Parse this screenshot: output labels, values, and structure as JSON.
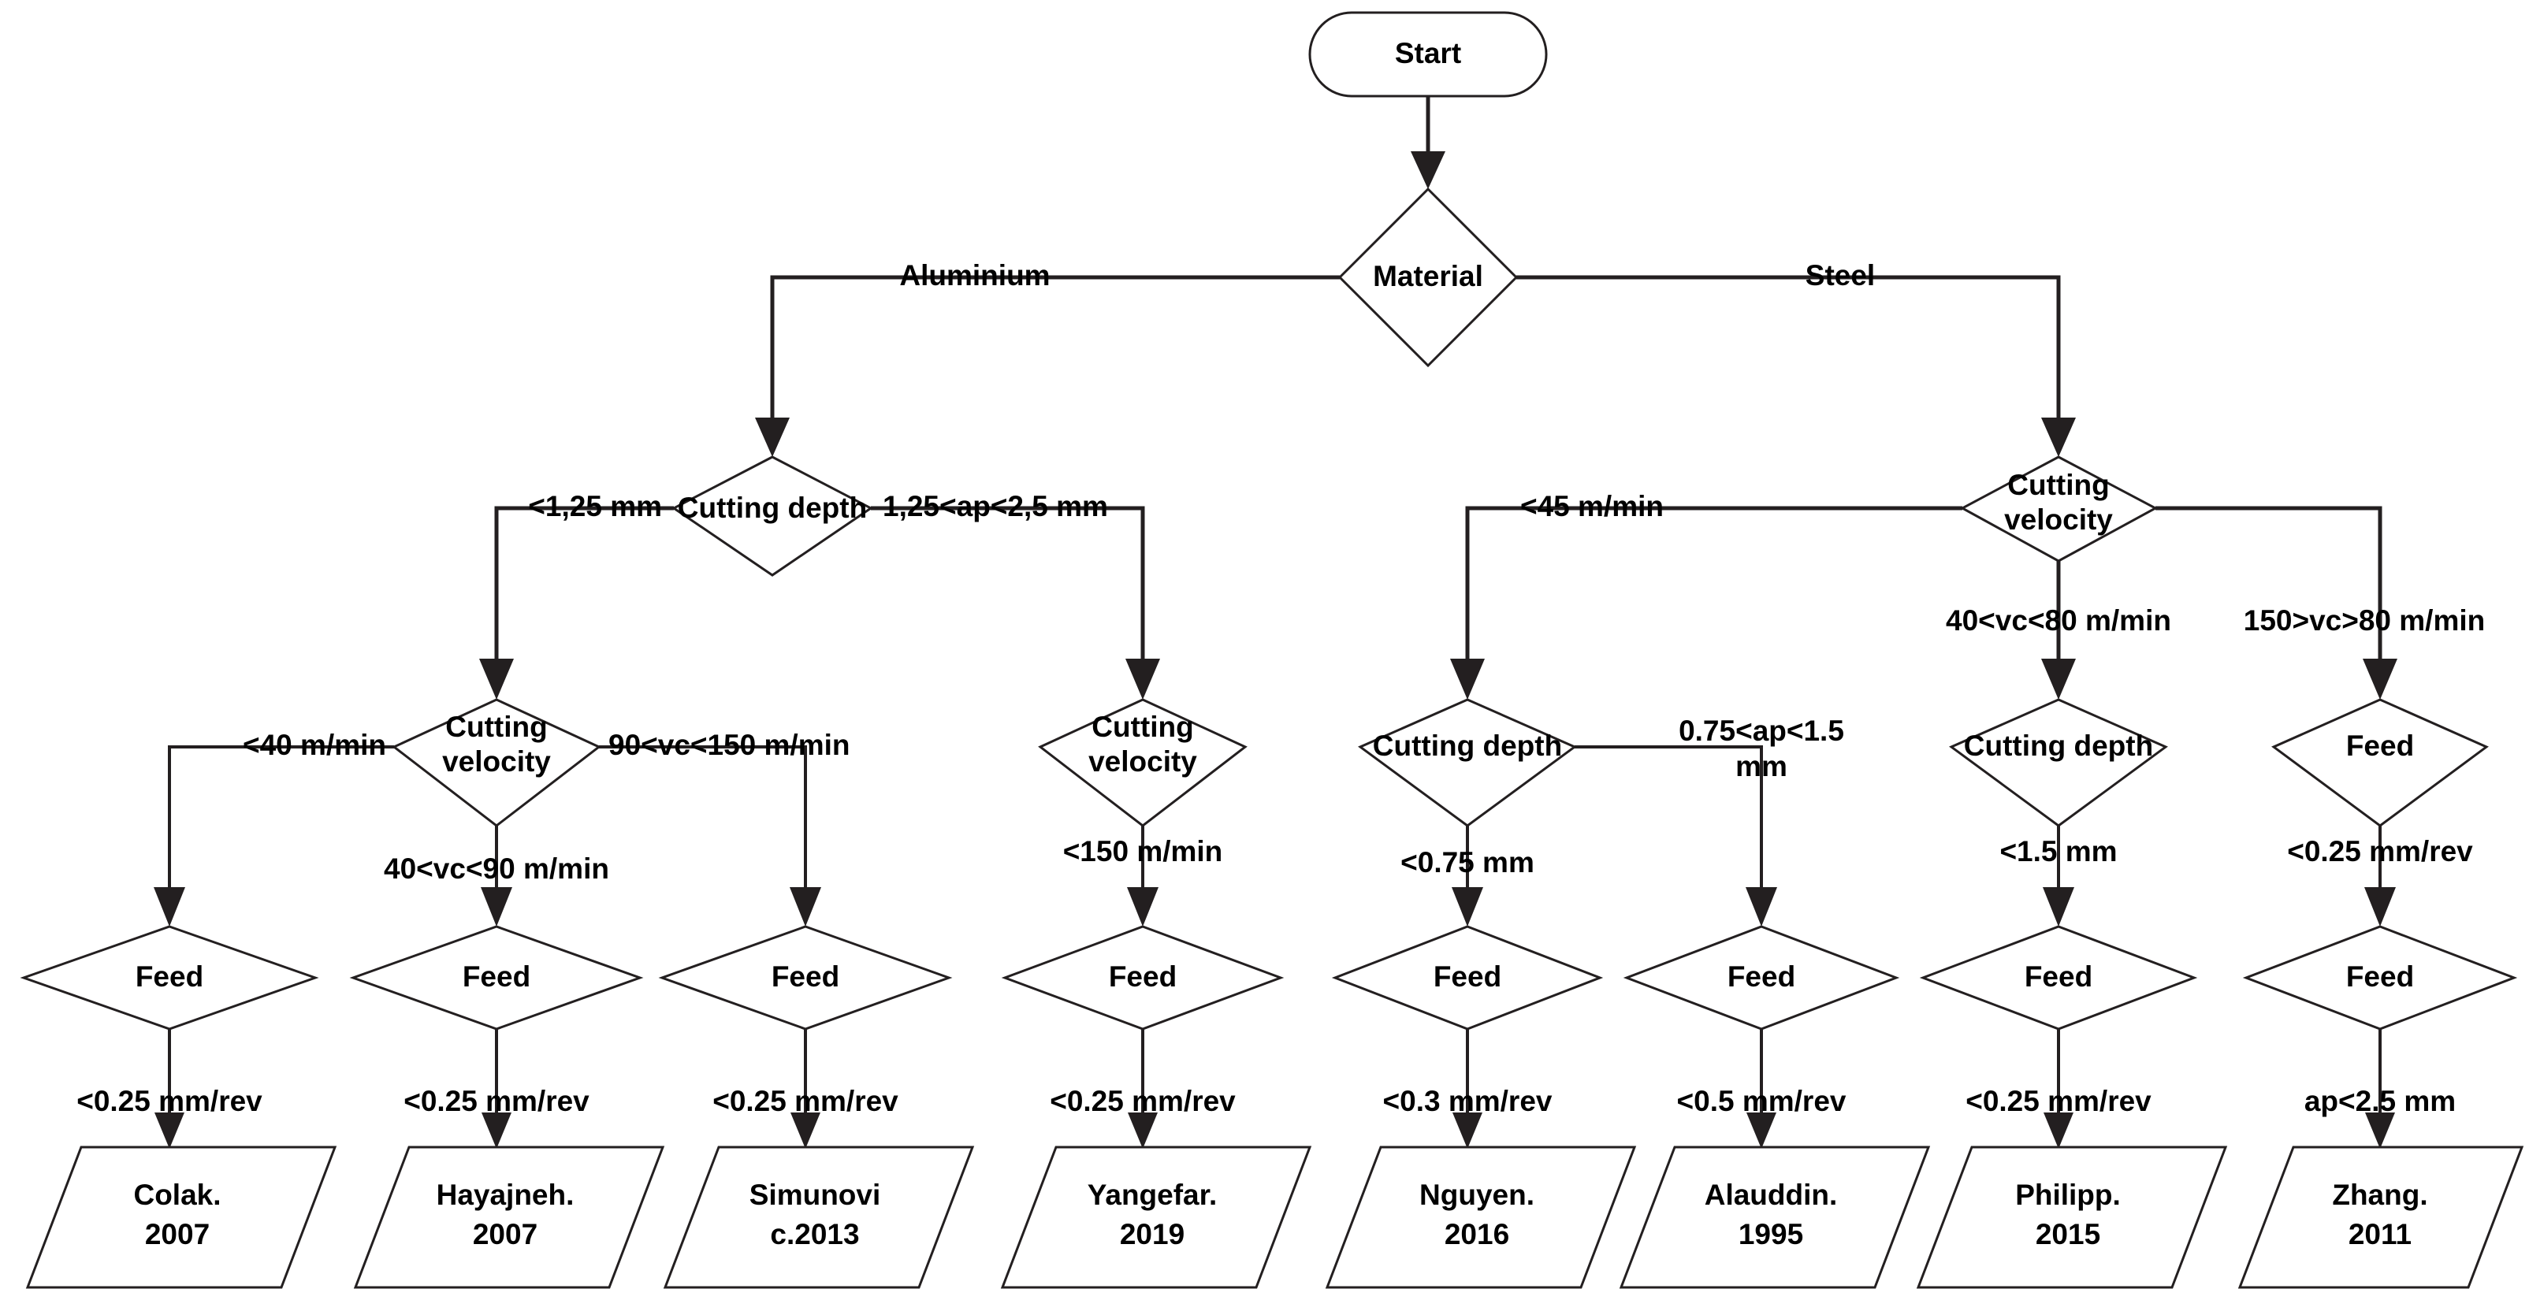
{
  "diagram": {
    "title": "Machining parameter decision tree",
    "colors": {
      "stroke": "#231f20",
      "fill": "#ffffff",
      "text": "#000000"
    },
    "nodes": {
      "start": {
        "label": "Start",
        "shape": "terminator"
      },
      "material": {
        "label": "Material",
        "shape": "decision"
      },
      "al_depth": {
        "label": "Cutting depth",
        "shape": "decision"
      },
      "steel_velocity": {
        "label": "Cutting velocity",
        "line1": "Cutting",
        "line2": "velocity",
        "shape": "decision"
      },
      "al_vel_a": {
        "label": "Cutting velocity",
        "line1": "Cutting",
        "line2": "velocity",
        "shape": "decision"
      },
      "al_vel_b": {
        "label": "Cutting velocity",
        "line1": "Cutting",
        "line2": "velocity",
        "shape": "decision"
      },
      "st_depth_a": {
        "label": "Cutting depth",
        "shape": "decision"
      },
      "st_depth_b": {
        "label": "Cutting depth",
        "shape": "decision"
      },
      "st_feed_top": {
        "label": "Feed",
        "shape": "decision"
      },
      "feed1": {
        "label": "Feed",
        "shape": "decision"
      },
      "feed2": {
        "label": "Feed",
        "shape": "decision"
      },
      "feed3": {
        "label": "Feed",
        "shape": "decision"
      },
      "feed4": {
        "label": "Feed",
        "shape": "decision"
      },
      "feed5": {
        "label": "Feed",
        "shape": "decision"
      },
      "feed6": {
        "label": "Feed",
        "shape": "decision"
      },
      "feed7": {
        "label": "Feed",
        "shape": "decision"
      },
      "feed8": {
        "label": "Feed",
        "shape": "decision"
      },
      "ref1": {
        "line1": "Colak.",
        "line2": "2007",
        "shape": "data"
      },
      "ref2": {
        "line1": "Hayajneh.",
        "line2": "2007",
        "shape": "data"
      },
      "ref3": {
        "line1": "Simunovi",
        "line2": "c.2013",
        "shape": "data"
      },
      "ref4": {
        "line1": "Yangefar.",
        "line2": "2019",
        "shape": "data"
      },
      "ref5": {
        "line1": "Nguyen.",
        "line2": "2016",
        "shape": "data"
      },
      "ref6": {
        "line1": "Alauddin.",
        "line2": "1995",
        "shape": "data"
      },
      "ref7": {
        "line1": "Philipp.",
        "line2": "2015",
        "shape": "data"
      },
      "ref8": {
        "line1": "Zhang.",
        "line2": "2011",
        "shape": "data"
      }
    },
    "edge_labels": {
      "aluminium": "Aluminium",
      "steel": "Steel",
      "ap_lt_125": "<1,25 mm",
      "ap_125_25": "1,25<ap<2,5 mm",
      "vc_lt_45": "<45 m/min",
      "vc_40_80": "40<vc<80 m/min",
      "vc_150_80": "150>vc>80 m/min",
      "vc_lt_40": "<40 m/min",
      "vc_40_90": "40<vc<90 m/min",
      "vc_90_150": "90<vc<150 m/min",
      "vc_lt_150": "<150 m/min",
      "ap_lt_075": "<0.75 mm",
      "ap_075_15_l1": "0.75<ap<1.5",
      "ap_075_15_l2": "mm",
      "ap_lt_15": "<1.5 mm",
      "f_lt_025_steelfeed": "<0.25 mm/rev",
      "f1": "<0.25 mm/rev",
      "f2": "<0.25 mm/rev",
      "f3": "<0.25 mm/rev",
      "f4": "<0.25 mm/rev",
      "f5": "<0.3 mm/rev",
      "f6": "<0.5 mm/rev",
      "f7": "<0.25 mm/rev",
      "f8": "ap<2.5 mm"
    }
  }
}
